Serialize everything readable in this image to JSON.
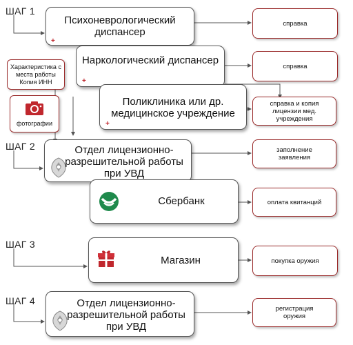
{
  "steps": {
    "s1": "ШАГ 1",
    "s2": "ШАГ 2",
    "s3": "ШАГ 3",
    "s4": "ШАГ 4"
  },
  "documents": {
    "characteristic": "Характеристика с места работы Копия ИНН",
    "photos": "фотографии"
  },
  "institutions": {
    "psycho": "Психоневрологический диспансер",
    "narco": "Наркологический диспансер",
    "clinic": "Поликлиника или др. медицинское учреждение",
    "lrr_1": "Отдел лицензионно-разрешительной работы при УВД",
    "sber": "Сбербанк",
    "shop": "Магазин",
    "lrr_2": "Отдел лицензионно-разрешительной работы при УВД"
  },
  "results": {
    "r1": "справка",
    "r2": "справка",
    "r3": "справка и копия лицензии мед. учреждения",
    "r4": "заполнение заявления",
    "r5": "оплата квитанций",
    "r6": "покупка оружия",
    "r7": "регистрация оружия"
  },
  "colors": {
    "accent_red": "#c0272d",
    "sber_green": "#1f8a4c",
    "arrow": "#555555"
  },
  "icons": [
    "camera-icon",
    "emblem-icon",
    "sberbank-logo-icon",
    "gift-icon"
  ]
}
